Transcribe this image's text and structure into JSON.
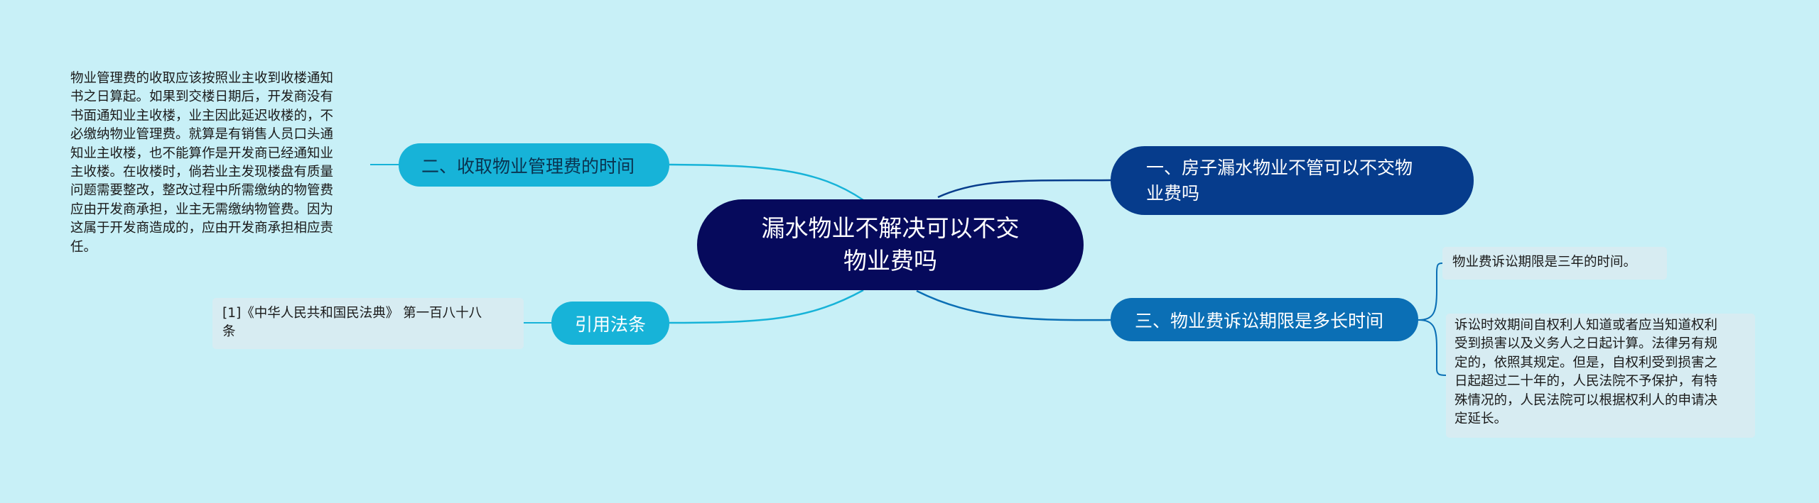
{
  "colors": {
    "background": "#c8f0f7",
    "root": "#060a5c",
    "branch_dark": "#063c8c",
    "branch_mid": "#0b6fb5",
    "branch_light": "#17b3d8",
    "leaf_box": "#d7ecf2"
  },
  "root": {
    "line1": "漏水物业不解决可以不交",
    "line2": "物业费吗"
  },
  "branches": {
    "b1": {
      "line1": "一、房子漏水物业不管可以不交物",
      "line2": "业费吗"
    },
    "b2": {
      "label": "二、收取物业管理费的时间"
    },
    "b3": {
      "label": "三、物业费诉讼期限是多长时间"
    },
    "b4": {
      "label": "引用法条"
    }
  },
  "leaves": {
    "fee_time": {
      "lines": [
        "物业管理费的收取应该按照业主收到收楼通知",
        "书之日算起。如果到交楼日期后，开发商没有",
        "书面通知业主收楼，业主因此延迟收楼的，不",
        "必缴纳物业管理费。就算是有销售人员口头通",
        "知业主收楼，也不能算作是开发商已经通知业",
        "主收楼。在收楼时，倘若业主发现楼盘有质量",
        "问题需要整改，整改过程中所需缴纳的物管费",
        "应由开发商承担，业主无需缴纳物管费。因为",
        "这属于开发商造成的，应由开发商承担相应责",
        "任。"
      ]
    },
    "law": {
      "lines": [
        "[1]《中华人民共和国民法典》 第一百八十八",
        "条"
      ]
    },
    "limit": {
      "lines": [
        "物业费诉讼期限是三年的时间。"
      ]
    },
    "period": {
      "lines": [
        "诉讼时效期间自权利人知道或者应当知道权利",
        "受到损害以及义务人之日起计算。法律另有规",
        "定的，依照其规定。但是，自权利受到损害之",
        "日起超过二十年的，人民法院不予保护，有特",
        "殊情况的，人民法院可以根据权利人的申请决",
        "定延长。"
      ]
    }
  }
}
